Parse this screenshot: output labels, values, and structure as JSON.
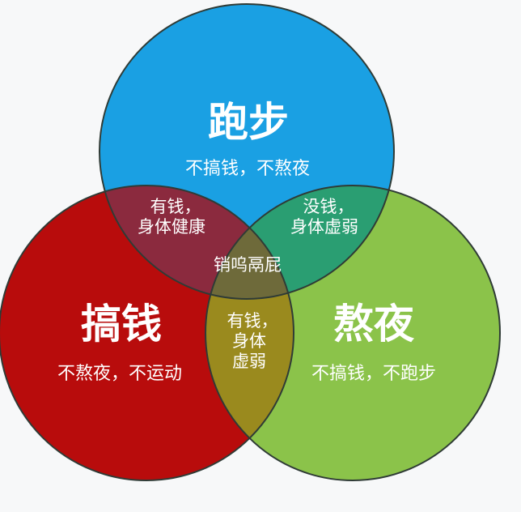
{
  "diagram": {
    "type": "venn-3",
    "circles": [
      {
        "id": "running",
        "title": "跑步",
        "subtitle": "不搞钱，不熬夜",
        "color": "#1aa0e3"
      },
      {
        "id": "money",
        "title": "搞钱",
        "subtitle": "不熬夜，不运动",
        "color": "#b80c0c"
      },
      {
        "id": "late",
        "title": "熬夜",
        "subtitle": "不搞钱，不跑步",
        "color": "#8bc34a"
      }
    ],
    "intersections": {
      "running_money": {
        "line1": "有钱，",
        "line2": "身体健康",
        "color": "#8b2a3e"
      },
      "running_late": {
        "line1": "没钱，",
        "line2": "身体虚弱",
        "color": "#2a9e72"
      },
      "money_late": {
        "line1": "有钱，",
        "line2": "身体",
        "line3": "虚弱",
        "color": "#9a8a1e"
      },
      "all": {
        "text": "销呜鬲屁",
        "color": "#6e6a3a"
      }
    }
  }
}
